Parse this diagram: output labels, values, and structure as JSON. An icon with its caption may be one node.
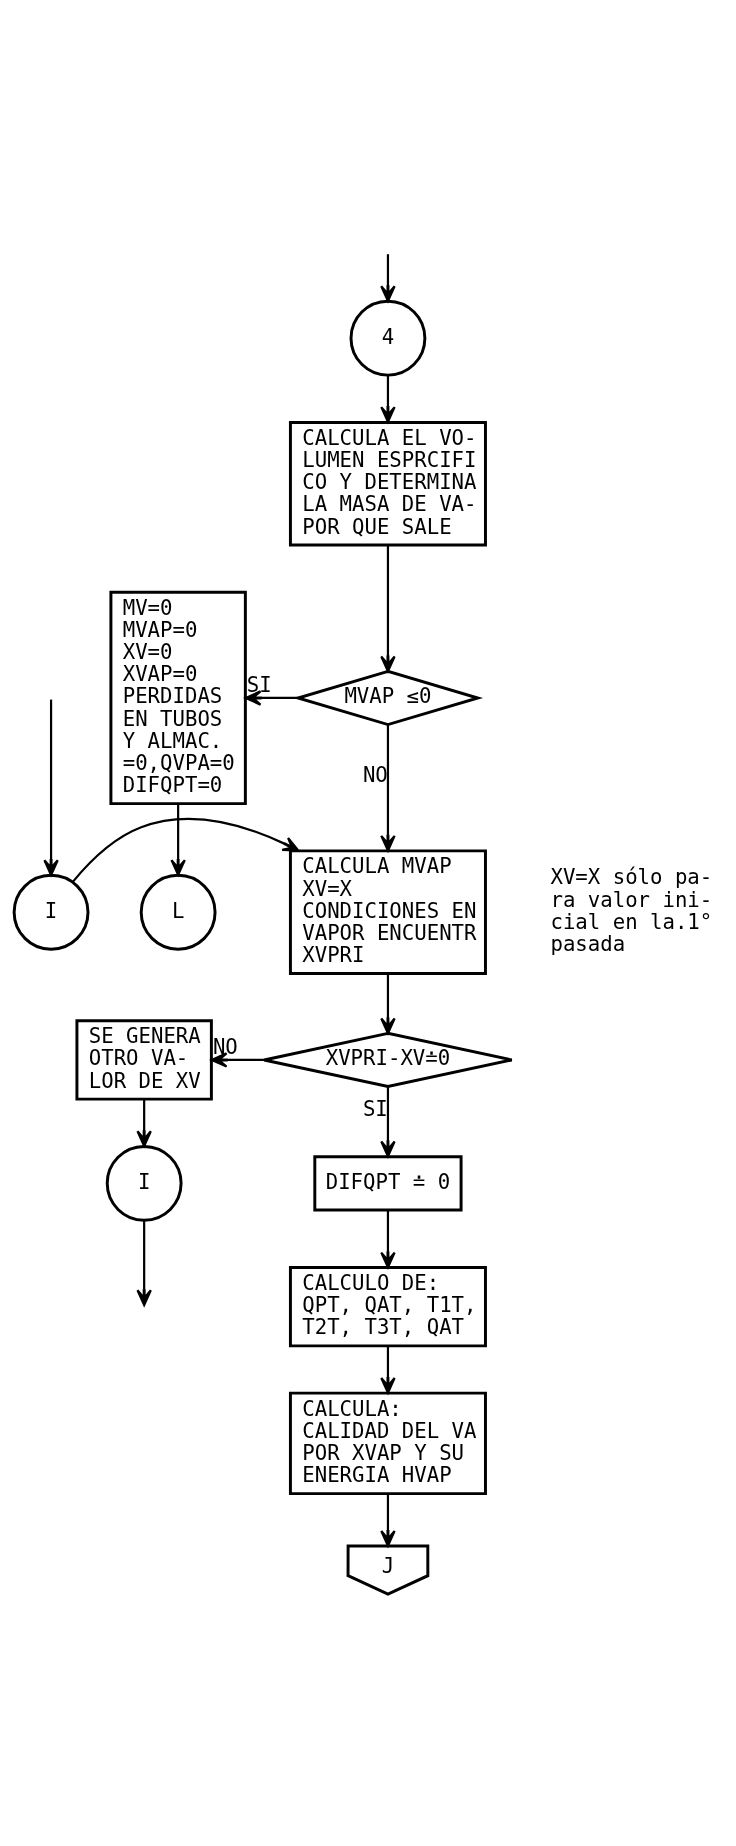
{
  "diagram": {
    "nodes": [
      {
        "text": [
          "4"
        ]
      },
      {
        "text": [
          "CALCULA EL VO- LUMEN ESPRCIFI CO Y DETERMINA LA MASA DE VA- POR QUE SALE"
        ]
      },
      {
        "text": [
          "MVAP ≤0"
        ]
      },
      {
        "text": [
          "MV=0 MVAP=0 XV=0 XVAP=0 PERDIDAS EN TUBOS Y ALMAC. =0,QVPA=0 DIFQPT=0"
        ]
      },
      {
        "text": [
          "L"
        ]
      },
      {
        "text": [
          "I"
        ]
      },
      {
        "text": [
          "CALCULA MVAP XV=X CONDICIONES EN VAPOR ENCUENTR XVPRI"
        ],
        "beside": [
          "XV=X sólo pa- ra valor ini- cial en la.1° pasada"
        ]
      },
      {
        "text": [
          "XVPRI-XV≐0"
        ]
      },
      {
        "text": [
          "SE GENERA OTRO VA- LOR DE XV"
        ]
      },
      {
        "text": [
          "I"
        ]
      },
      {
        "text": [
          "DIFQPT ≐ 0"
        ]
      },
      {
        "text": [
          "CALCULO DE: QPT, QAT, T1T, T2T, T3T, QAT"
        ]
      },
      {
        "text": [
          "CALCULA: CALIDAD DEL VA POR XVAP Y SU ENERGIA HVAP"
        ]
      },
      {
        "text": [
          "J"
        ]
      }
    ],
    "edges": [
      {
        "from": null,
        "to": 0,
        "arrow": "to"
      },
      {
        "from": 0,
        "to": 1,
        "arrow": "to"
      },
      {
        "from": 1,
        "to": 2,
        "arrow": "to"
      },
      {
        "from": 2,
        "to": 3,
        "arrow": "to",
        "label": "SI"
      },
      {
        "from": 2,
        "to": 6,
        "arrow": "to",
        "label": "NO"
      },
      {
        "from": 5,
        "to": 6,
        "arrow": "to"
      },
      {
        "from": null,
        "to": 5,
        "arrow": "to"
      },
      {
        "from": 3,
        "to": 4,
        "arrow": "to"
      },
      {
        "from": 6,
        "to": 7,
        "arrow": "to"
      },
      {
        "from": 7,
        "to": 8,
        "arrow": "to",
        "label": "NO"
      },
      {
        "from": 7,
        "to": 10,
        "arrow": "to",
        "label": "SI"
      },
      {
        "from": 8,
        "to": 9,
        "arrow": "to"
      },
      {
        "from": 9,
        "to": null,
        "arrow": "to"
      },
      {
        "from": 10,
        "to": 11,
        "arrow": "to"
      },
      {
        "from": 11,
        "to": 12,
        "arrow": "to"
      },
      {
        "from": 12,
        "to": 13,
        "arrow": "to"
      }
    ]
  }
}
